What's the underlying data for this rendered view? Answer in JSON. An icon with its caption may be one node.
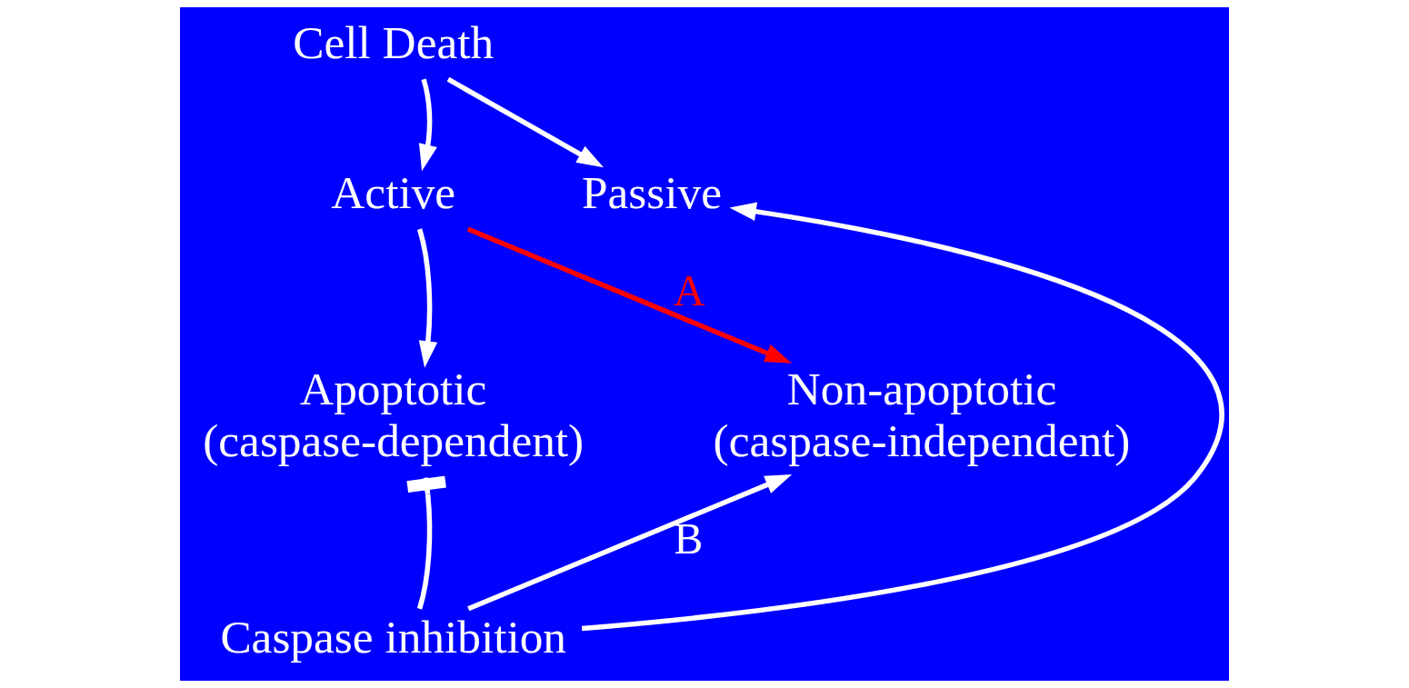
{
  "diagram": {
    "nodes": [
      {
        "text": [
          "Cell Death"
        ]
      },
      {
        "text": [
          "Active"
        ]
      },
      {
        "text": [
          "Passive"
        ]
      },
      {
        "text": [
          "Apoptotic",
          "(caspase-dependent)"
        ]
      },
      {
        "text": [
          "Non-apoptotic",
          "(caspase-independent)"
        ]
      },
      {
        "text": [
          "Caspase inhibition"
        ]
      }
    ],
    "edges": [
      {
        "from": 0,
        "to": 1,
        "arrow": "to"
      },
      {
        "from": 0,
        "to": 2,
        "arrow": "to"
      },
      {
        "from": 1,
        "to": 3,
        "arrow": "to"
      },
      {
        "from": 1,
        "to": 4,
        "arrow": "to",
        "label": "A",
        "color": "#ff0000"
      },
      {
        "from": 5,
        "to": 3,
        "arrow": "other"
      },
      {
        "from": 5,
        "to": 4,
        "arrow": "to",
        "label": "B"
      },
      {
        "from": 5,
        "to": 2,
        "arrow": "to"
      }
    ]
  }
}
